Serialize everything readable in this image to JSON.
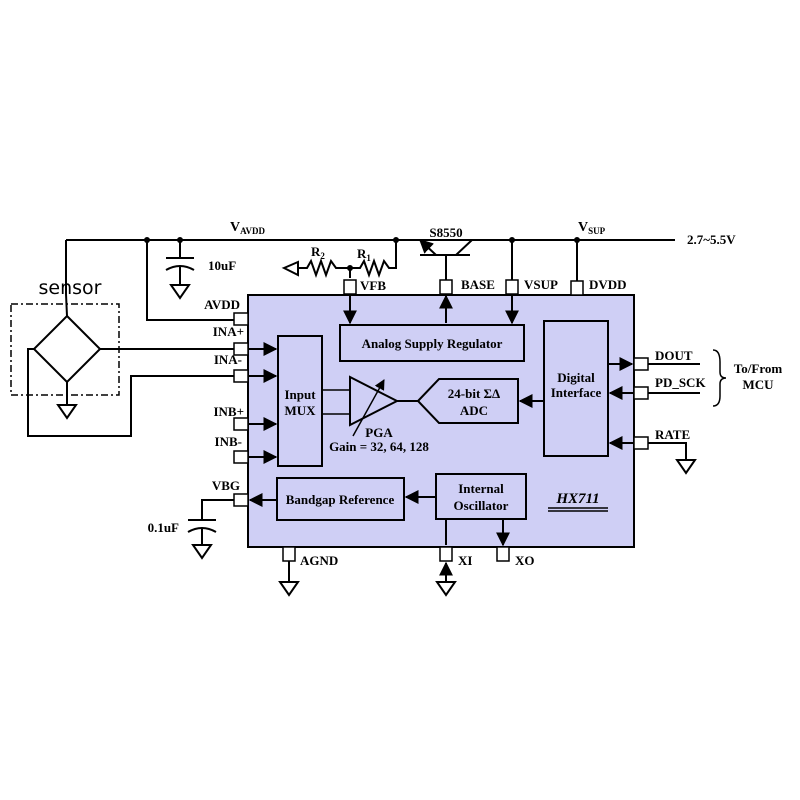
{
  "chip": {
    "name": "HX711",
    "fill": "#cfcff5",
    "blocks": {
      "regulator": "Analog Supply Regulator",
      "mux": [
        "Input",
        "MUX"
      ],
      "pga": "PGA",
      "gain": "Gain = 32, 64, 128",
      "adc": [
        "24-bit ΣΔ",
        "ADC"
      ],
      "digital": [
        "Digital",
        "Interface"
      ],
      "bandgap": "Bandgap Reference",
      "oscillator": [
        "Internal",
        "Oscillator"
      ]
    },
    "pins": {
      "avdd": "AVDD",
      "ina_p": "INA+",
      "ina_n": "INA-",
      "inb_p": "INB+",
      "inb_n": "INB-",
      "vbg": "VBG",
      "vfb": "VFB",
      "base": "BASE",
      "vsup": "VSUP",
      "dvdd": "DVDD",
      "dout": "DOUT",
      "pd_sck": "PD_SCK",
      "rate": "RATE",
      "agnd": "AGND",
      "xi": "XI",
      "xo": "XO"
    }
  },
  "external": {
    "sensor_label": "sensor",
    "transistor": "S8550",
    "r1": {
      "base": "R",
      "sub": "1"
    },
    "r2": {
      "base": "R",
      "sub": "2"
    },
    "cap_avdd": "10uF",
    "cap_vbg": "0.1uF",
    "vavdd": {
      "base": "V",
      "sub": "AVDD"
    },
    "vsup": {
      "base": "V",
      "sub": "SUP"
    },
    "supply_range": "2.7~5.5V",
    "mcu": [
      "To/From",
      "MCU"
    ]
  }
}
